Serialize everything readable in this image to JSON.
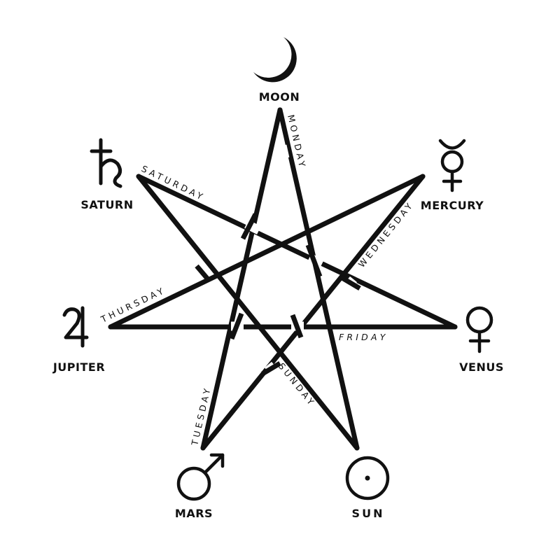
{
  "planets": {
    "moon": "MOON",
    "mercury": "MERCURY",
    "venus": "VENUS",
    "sun": "SUN",
    "mars": "MARS",
    "jupiter": "JUPITER",
    "saturn": "SATURN"
  },
  "days": {
    "monday": "MONDAY",
    "wednesday": "WEDNESDAY",
    "friday": "FRIDAY",
    "sunday": "SUNDAY",
    "tuesday": "TUESDAY",
    "thursday": "THURSDAY",
    "saturday": "SATURDAY"
  },
  "colors": {
    "ink": "#111111",
    "background": "#ffffff"
  },
  "icons": [
    "moon-icon",
    "mercury-icon",
    "venus-icon",
    "sun-icon",
    "mars-icon",
    "jupiter-icon",
    "saturn-icon"
  ]
}
